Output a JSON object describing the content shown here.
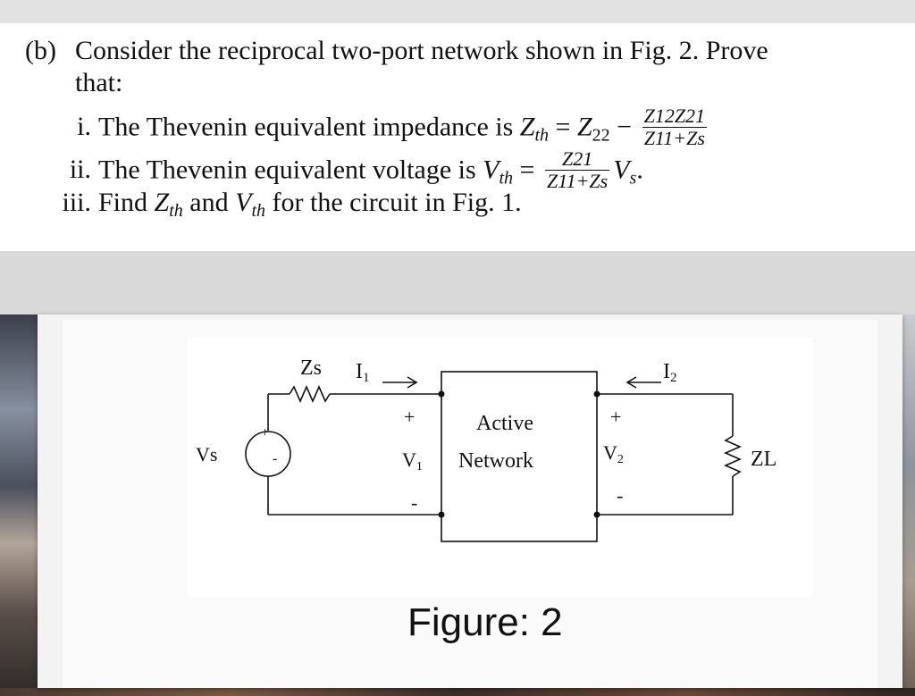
{
  "question": {
    "label": "(b)",
    "lead_line1": "Consider the reciprocal two-port network shown in Fig. 2. Prove",
    "lead_line2": "that:",
    "items": [
      {
        "num": "i.",
        "text": "The Thevenin equivalent impedance is ",
        "lhs_var": "Z",
        "lhs_sub": "th",
        "eq": " = ",
        "rhs_var": "Z",
        "rhs_sub": "22",
        "minus": " − ",
        "frac_num": "Z12Z21",
        "frac_den": "Z11+Zs"
      },
      {
        "num": "ii.",
        "text": "The Thevenin equivalent voltage is ",
        "lhs_var": "V",
        "lhs_sub": "th",
        "eq": " = ",
        "frac_num": "Z21",
        "frac_den": "Z11+Zs",
        "tail_var": "V",
        "tail_sub": "s",
        "tail_end": "."
      },
      {
        "num": "iii.",
        "text_a": "Find ",
        "var1": "Z",
        "var1_sub": "th",
        "text_b": " and ",
        "var2": "V",
        "var2_sub": "th",
        "text_c": " for the circuit in Fig. 1."
      }
    ]
  },
  "figure": {
    "caption": "Figure: 2",
    "labels": {
      "zs": "Zs",
      "i1": "I",
      "i1_sub": "1",
      "i2": "I",
      "i2_sub": "2",
      "vs": "Vs",
      "source_plus": "+",
      "source_minus": "-",
      "v1_plus": "+",
      "v1": "V",
      "v1_sub": "1",
      "v1_minus": "-",
      "v2_plus": "+",
      "v2": "V",
      "v2_sub": "2",
      "v2_minus": "-",
      "box_line1": "Active",
      "box_line2": "Network",
      "zl": "ZL"
    }
  }
}
